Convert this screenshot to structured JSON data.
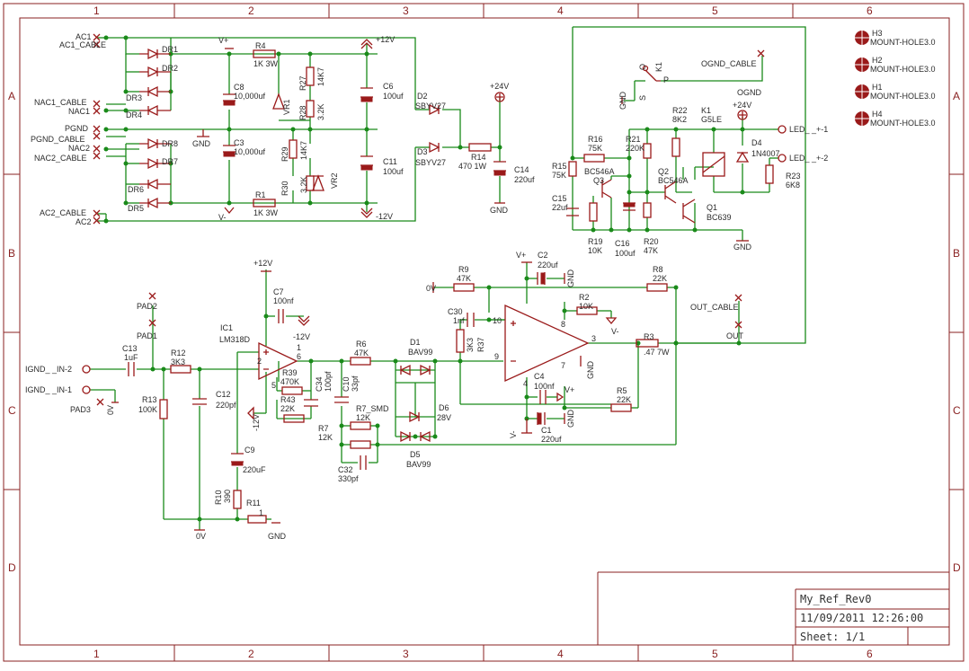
{
  "frame": {
    "columns": [
      "1",
      "2",
      "3",
      "4",
      "5",
      "6"
    ],
    "rows": [
      "A",
      "B",
      "C",
      "D"
    ]
  },
  "title_block": {
    "name": "My_Ref_Rev0",
    "date": "11/09/2011 12:26:00",
    "sheet": "Sheet: 1/1"
  },
  "labels": {
    "ac1": "AC1",
    "ac1_cable": "AC1_CABLE",
    "nac1_cable": "NAC1_CABLE",
    "nac1": "NAC1",
    "pgnd": "PGND",
    "pgnd_cable": "PGND_CABLE",
    "nac2": "NAC2",
    "nac2_cable": "NAC2_CABLE",
    "ac2_cable": "AC2_CABLE",
    "ac2": "AC2",
    "dr1": "DR1",
    "dr2": "DR2",
    "dr3": "DR3",
    "dr4": "DR4",
    "dr5": "DR5",
    "dr6": "DR6",
    "dr7": "DR7",
    "dr8": "DR8",
    "gnd": "GND",
    "vplus": "V+",
    "vminus": "V-",
    "p12": "+12V",
    "m12": "-12V",
    "p24": "+24V",
    "p24b": "+24V",
    "r4": "R4",
    "r4v": "1K 3W",
    "r1": "R1",
    "r1v": "1K 3W",
    "c8": "C8",
    "c8v": "10,000uf",
    "c3": "C3",
    "c3v": "10,000uf",
    "r27": "R27",
    "r27v": "14K7",
    "r28": "R28",
    "r28v": "3.2K",
    "r29": "R29",
    "r29v": "14K7",
    "r30": "R30",
    "r30v": "3.2K",
    "vr1": "VR1",
    "vr2": "VR2",
    "c6": "C6",
    "c6v": "100uf",
    "c11": "C11",
    "c11v": "100uf",
    "d2": "D2",
    "d2v": "SBYV27",
    "d3": "D3",
    "d3v": "SBYV27",
    "r14": "R14",
    "r14v": "470 1W",
    "c14": "C14",
    "c14v": "220uf",
    "gnd_c14": "GND",
    "k1": "K1",
    "ognd_cable": "OGND_CABLE",
    "ognd": "OGND",
    "gnd_k1": "GND",
    "s": "S",
    "p": "P",
    "o": "O",
    "r16": "R16",
    "r16v": "75K",
    "r21": "R21",
    "r21v": "220K",
    "r22": "R22",
    "r22v": "8K2",
    "k1b": "K1",
    "k1bv": "G5LE",
    "d4": "D4",
    "d4v": "1N4007",
    "led1": "LED_ _+-1",
    "led2": "LED_ _+-2",
    "r15": "R15",
    "r15v": "75K",
    "bc546a_q3": "BC546A",
    "q3": "Q3",
    "q2": "Q2",
    "q2v": "BC546A",
    "q1": "Q1",
    "q1v": "BC639",
    "c15": "C15",
    "c15v": "22uf",
    "r23": "R23",
    "r23v": "6K8",
    "r19": "R19",
    "r19v": "10K",
    "c16": "C16",
    "c16v": "100uf",
    "r20": "R20",
    "r20v": "47K",
    "gnd_q": "GND",
    "h3": "H3",
    "h3v": "MOUNT-HOLE3.0",
    "h2": "H2",
    "h2v": "MOUNT-HOLE3.0",
    "h1": "H1",
    "h1v": "MOUNT-HOLE3.0",
    "h4": "H4",
    "h4v": "MOUNT-HOLE3.0",
    "p12b": "+12V",
    "c7": "C7",
    "c7v": "100nf",
    "m12b": "-12V",
    "ic1": "IC1",
    "ic1v": "LM318D",
    "pad2": "PAD2",
    "pad1": "PAD1",
    "pad3": "PAD3",
    "c13": "C13",
    "c13v": "1uF",
    "r12": "R12",
    "r12v": "3K3",
    "ignd_in2": "IGND_ _IN-2",
    "ignd_in1": "IGND_ _IN-1",
    "zero_v": "0V",
    "zero_v2": "0V",
    "r13": "R13",
    "r13v": "100K",
    "c12": "C12",
    "c12v": "220pf",
    "r39": "R39",
    "r39v": "470K",
    "r43": "R43",
    "r43v": "22K",
    "c34": "C34",
    "c34v": "100pf",
    "c10": "C10",
    "c10v": "33pf",
    "m12c": "-12V",
    "c9": "C9",
    "c9v": "220uF",
    "r10": "R10",
    "r10v": "390",
    "r11": "R11",
    "gnd_r11": "GND",
    "r6": "R6",
    "r6v": "47K",
    "d1": "D1",
    "d1v": "BAV99",
    "r7smd": "R7_SMD",
    "r7smdv": "12K",
    "r7": "R7",
    "r7v": "12K",
    "c32": "C32",
    "c32v": "330pf",
    "d6": "D6",
    "d6v": "28V",
    "d5": "D5",
    "d5v": "BAV99",
    "r9": "R9",
    "r9v": "47K",
    "c30": "C30",
    "c30v": "1nf",
    "r37": "R37",
    "r37v": "3K3",
    "c2": "C2",
    "c2v": "220uf",
    "vplus2": "V+",
    "gnd_c2": "GND",
    "r2": "R2",
    "r2v": "10K",
    "vminus2": "V-",
    "r8": "R8",
    "r8v": "22K",
    "out_cable": "OUT_CABLE",
    "out": "OUT",
    "r3": "R3",
    "r3v": ".47 7W",
    "c4": "C4",
    "c4v": "100nf",
    "vplus3": "V+",
    "gnd_c4": "GND",
    "r5": "R5",
    "r5v": "22K",
    "c1": "C1",
    "c1v": "220uf",
    "gnd_c1": "GND",
    "vminus3": "V-",
    "zero_v3": "0V",
    "pin10": "10",
    "pin9": "9",
    "pin3": "3",
    "pin8": "8",
    "pin4": "4",
    "pin7": "7",
    "pin6": "6",
    "pin5": "5",
    "pin1": "1",
    "pin2": "2",
    "pin_1b": "1"
  }
}
